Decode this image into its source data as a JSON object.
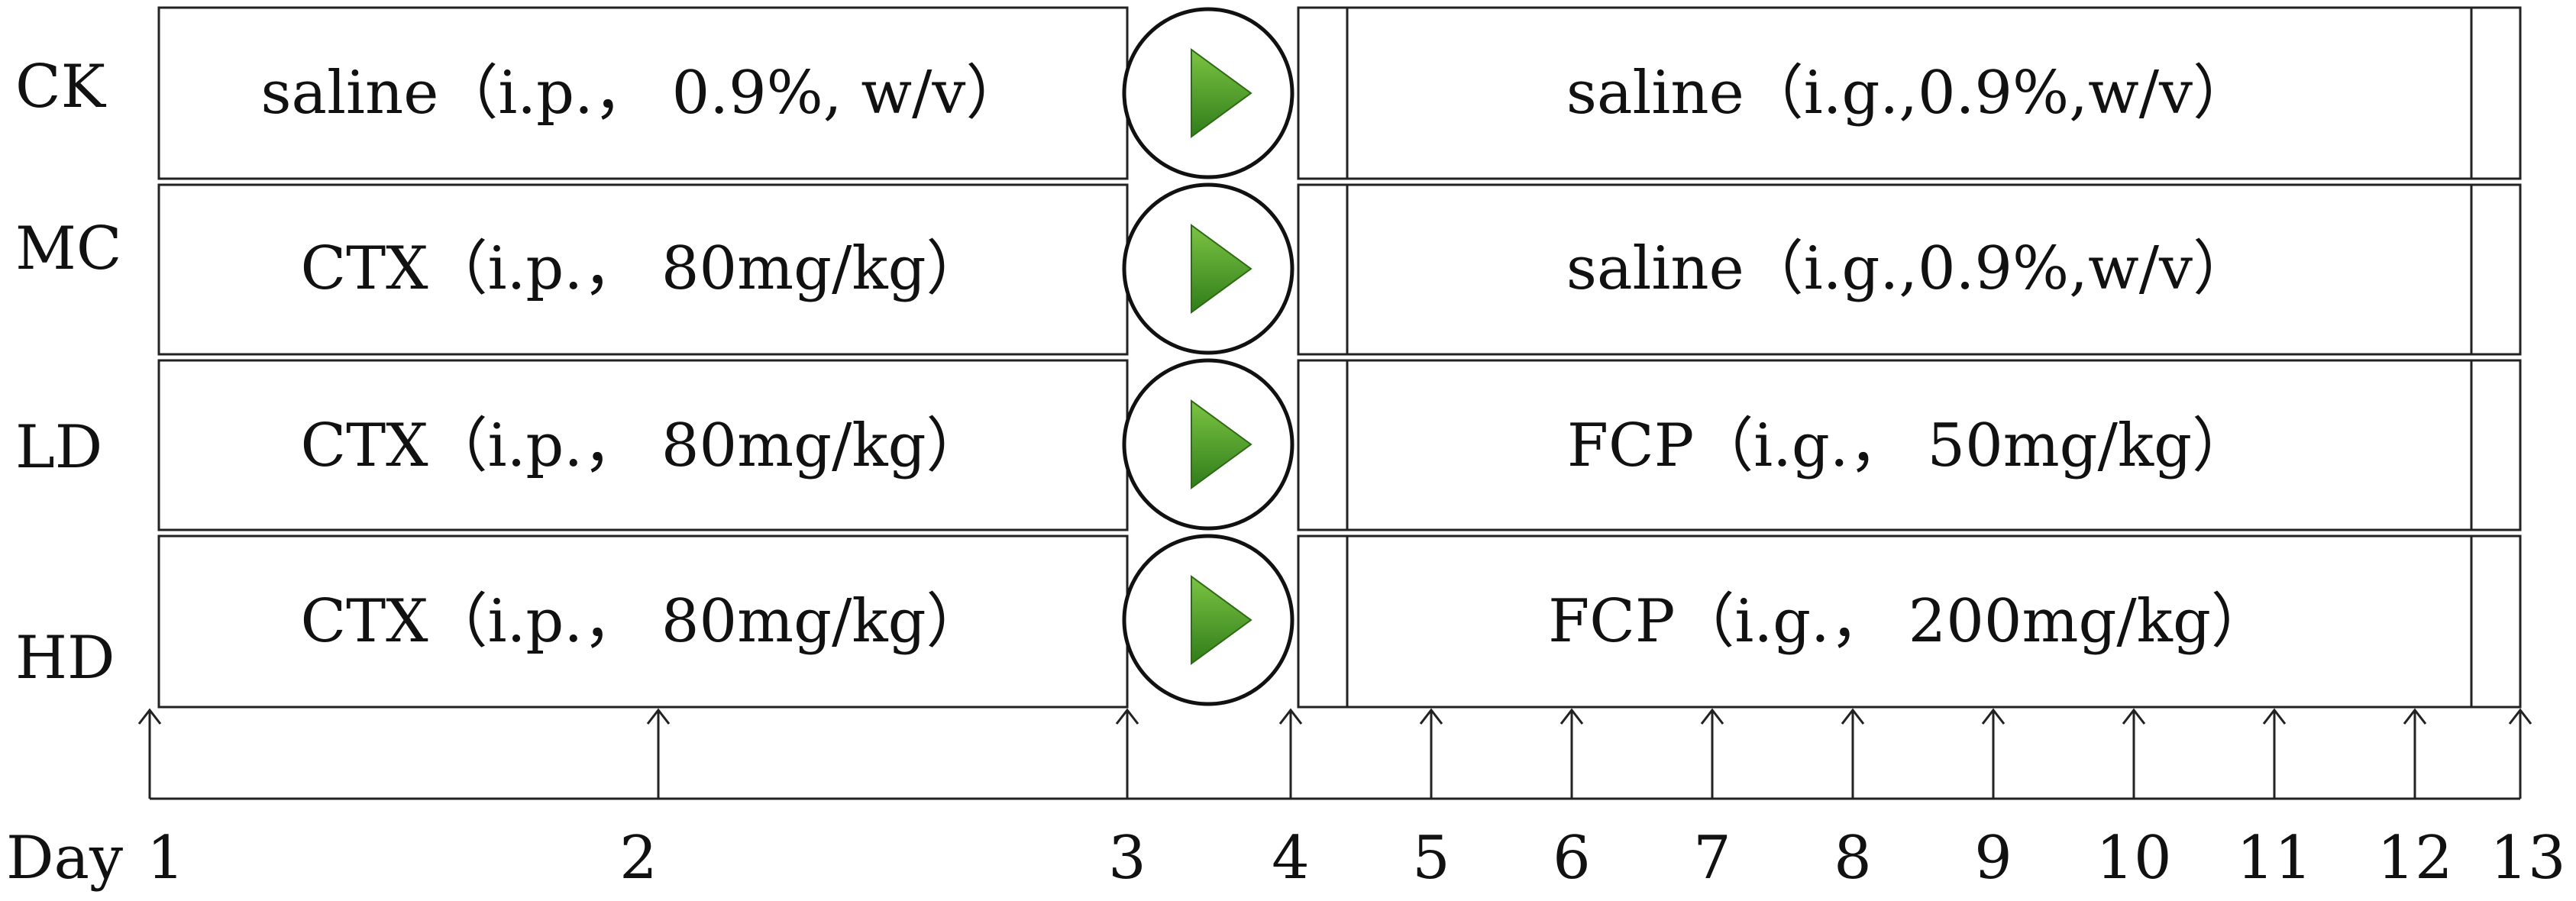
{
  "groups": [
    {
      "label": "CK",
      "phase1": "saline（i.p.， 0.9%,  w/v）",
      "phase2": "saline（i.g.,0.9%,w/v）"
    },
    {
      "label": "MC",
      "phase1": "CTX（i.p.， 80mg/kg）",
      "phase2": "saline（i.g.,0.9%,w/v）"
    },
    {
      "label": "LD",
      "phase1": "CTX（i.p.， 80mg/kg）",
      "phase2": "FCP（i.g.， 50mg/kg）"
    },
    {
      "label": "HD",
      "phase1": "CTX（i.p.， 80mg/kg）",
      "phase2": "FCP（i.g.， 200mg/kg）"
    }
  ],
  "timeline": {
    "prefix": "Day",
    "days": [
      "1",
      "2",
      "3",
      "4",
      "5",
      "6",
      "7",
      "8",
      "9",
      "10",
      "11",
      "12",
      "13"
    ]
  },
  "colors": {
    "play_fill_top": "#7cc443",
    "play_fill_bottom": "#2f7d1a",
    "play_stroke": "#2f6a15",
    "line": "#222222"
  },
  "icons": {
    "transition": "play-icon"
  }
}
